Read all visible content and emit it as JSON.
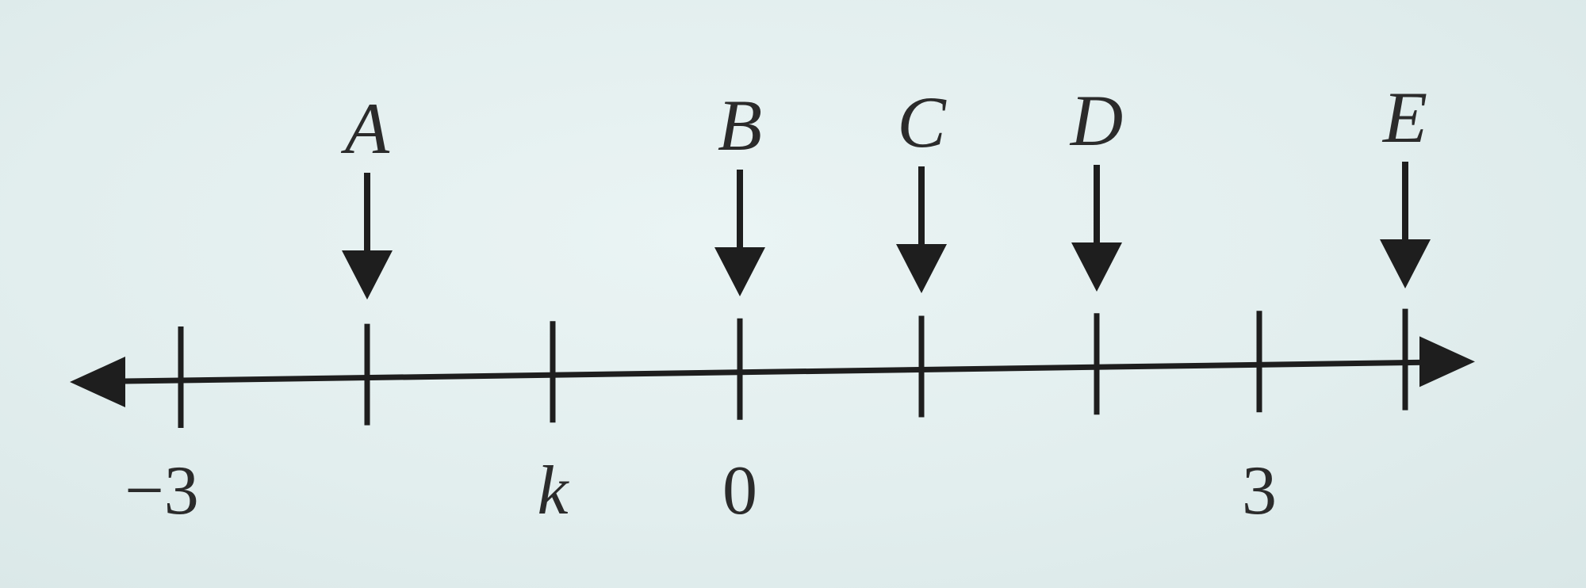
{
  "number_line": {
    "ticks": [
      {
        "label": "−3",
        "italic": false
      },
      {
        "label": "",
        "italic": false
      },
      {
        "label": "k",
        "italic": true
      },
      {
        "label": "0",
        "italic": false
      },
      {
        "label": "",
        "italic": false
      },
      {
        "label": "",
        "italic": false
      },
      {
        "label": "3",
        "italic": false
      },
      {
        "label": "",
        "italic": false
      }
    ],
    "points": [
      {
        "label": "A",
        "tick_index": 1
      },
      {
        "label": "B",
        "tick_index": 3
      },
      {
        "label": "C",
        "tick_index": 4
      },
      {
        "label": "D",
        "tick_index": 5
      },
      {
        "label": "E",
        "tick_index": 7
      }
    ],
    "colors": {
      "line": "#1e1e1e",
      "text": "#2b2b2b",
      "background": "#e1eeee"
    }
  }
}
